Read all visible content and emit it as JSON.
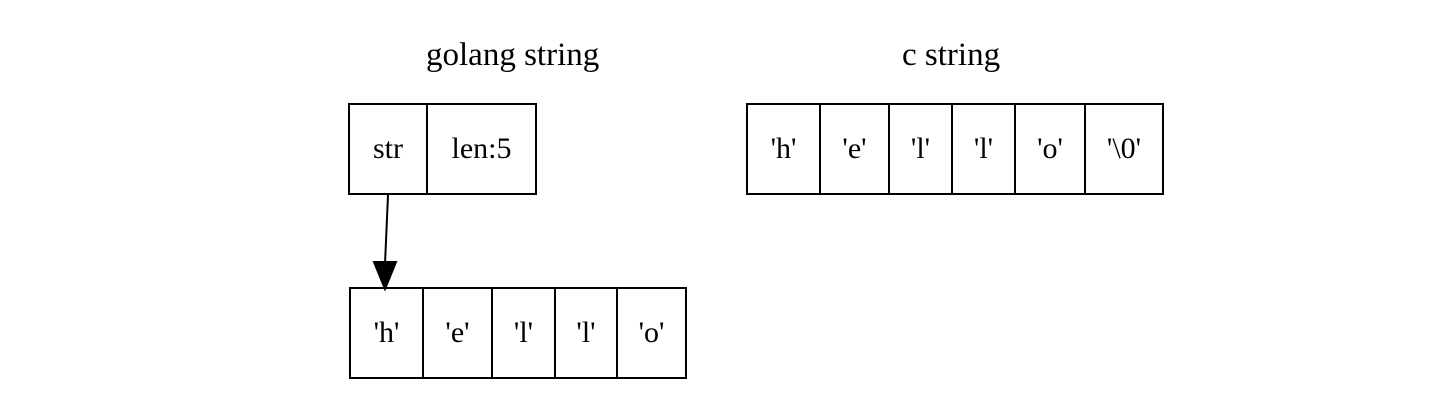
{
  "golang": {
    "title": "golang string",
    "header": {
      "ptr_label": "str",
      "len_label": "len:5"
    },
    "bytes": [
      "'h'",
      "'e'",
      "'l'",
      "'l'",
      "'o'"
    ]
  },
  "c": {
    "title": "c string",
    "bytes": [
      "'h'",
      "'e'",
      "'l'",
      "'l'",
      "'o'",
      "'\\0'"
    ]
  },
  "colors": {
    "stroke": "#000000",
    "background": "#ffffff"
  }
}
